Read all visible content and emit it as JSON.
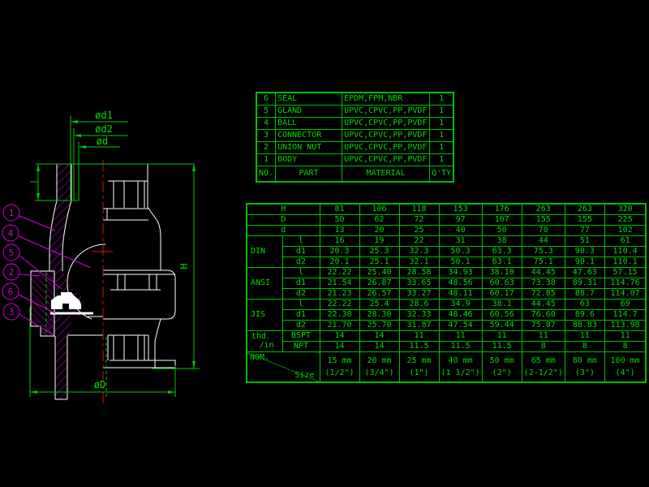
{
  "colors": {
    "green": "#00C800",
    "text_green": "#00DC00",
    "magenta": "#DD00DD",
    "white": "#FFFFFF",
    "red": "#D81010",
    "background": "#000000"
  },
  "parts_table": {
    "rows": [
      {
        "no": "6",
        "part": "SEAL",
        "material": "EPDM,FPM,NBR",
        "qty": "1"
      },
      {
        "no": "5",
        "part": "GLAND",
        "material": "UPVC,CPVC,PP,PVDF",
        "qty": "1"
      },
      {
        "no": "4",
        "part": "BALL",
        "material": "UPVC,CPVC,PP,PVDF",
        "qty": "1"
      },
      {
        "no": "3",
        "part": "CONNECTOR",
        "material": "UPVC,CPVC,PP,PVDF",
        "qty": "1"
      },
      {
        "no": "2",
        "part": "UNION NUT",
        "material": "UPVC,CPVC,PP,PVDF",
        "qty": "1"
      },
      {
        "no": "1",
        "part": "BODY",
        "material": "UPVC,CPVC,PP,PVDF",
        "qty": "1"
      }
    ],
    "footer": {
      "no": "NO.",
      "part": "PART",
      "material": "MATERIAL",
      "qty": "Q'TY"
    }
  },
  "dims_table": {
    "simple_rows": [
      {
        "label": "H",
        "values": [
          "81",
          "106",
          "118",
          "153",
          "176",
          "263",
          "263",
          "320"
        ]
      },
      {
        "label": "D",
        "values": [
          "50",
          "62",
          "72",
          "97",
          "107",
          "155",
          "155",
          "225"
        ]
      },
      {
        "label": "d",
        "values": [
          "13",
          "20",
          "25",
          "40",
          "50",
          "70",
          "77",
          "102"
        ]
      }
    ],
    "groups": [
      {
        "name": "DIN",
        "rows": [
          {
            "label": "l",
            "values": [
              "16",
              "19",
              "22",
              "31",
              "38",
              "44",
              "51",
              "61"
            ]
          },
          {
            "label": "d1",
            "values": [
              "20.3",
              "25.3",
              "32.3",
              "50.3",
              "63.3",
              "75.3",
              "90.3",
              "110.4"
            ]
          },
          {
            "label": "d2",
            "values": [
              "20.1",
              "25.1",
              "32.1",
              "50.1",
              "63.1",
              "75.1",
              "90.1",
              "110.1"
            ]
          }
        ]
      },
      {
        "name": "ANSI",
        "rows": [
          {
            "label": "l",
            "values": [
              "22.22",
              "25.40",
              "28.58",
              "34.93",
              "38.10",
              "44.45",
              "47.63",
              "57.15"
            ]
          },
          {
            "label": "d1",
            "values": [
              "21.54",
              "26.87",
              "33.65",
              "48.56",
              "60.63",
              "73.38",
              "89.31",
              "114.76"
            ]
          },
          {
            "label": "d2",
            "values": [
              "21.23",
              "26.57",
              "33.27",
              "48.11",
              "60.17",
              "72.85",
              "88.7",
              "114.07"
            ]
          }
        ]
      },
      {
        "name": "JIS",
        "rows": [
          {
            "label": "l",
            "values": [
              "22.22",
              "25.4",
              "28.6",
              "34.9",
              "38.1",
              "44.45",
              "63",
              "69"
            ]
          },
          {
            "label": "d1",
            "values": [
              "22.30",
              "28.30",
              "32.33",
              "48.46",
              "60.56",
              "76.60",
              "89.6",
              "114.7"
            ]
          },
          {
            "label": "d2",
            "values": [
              "21.70",
              "25.70",
              "31.87",
              "47.54",
              "59.44",
              "75.87",
              "88.83",
              "113.98"
            ]
          }
        ]
      },
      {
        "name_lines": [
          "thd.",
          "/in"
        ],
        "rows": [
          {
            "label": "BSPT",
            "values": [
              "14",
              "14",
              "11",
              "11",
              "11",
              "11",
              "11",
              "11"
            ]
          },
          {
            "label": "NPT",
            "values": [
              "14",
              "14",
              "11.5",
              "11.5",
              "11.5",
              "8",
              "8",
              "8"
            ]
          }
        ]
      }
    ],
    "nom_row": {
      "corner_top": "NOM.",
      "corner_bottom": "Size",
      "cells": [
        {
          "size": "15 mm",
          "inch": "(1/2\")"
        },
        {
          "size": "20 mm",
          "inch": "(3/4\")"
        },
        {
          "size": "25 mm",
          "inch": "(1\")"
        },
        {
          "size": "40 mm",
          "inch": "(1 1/2\")"
        },
        {
          "size": "50 mm",
          "inch": "(2\")"
        },
        {
          "size": "65 mm",
          "inch": "(2-1/2\")"
        },
        {
          "size": "80 mm",
          "inch": "(3\")"
        },
        {
          "size": "100 mm",
          "inch": "(4\")"
        }
      ]
    }
  },
  "drawing": {
    "dim_labels": {
      "d1": "ød1",
      "d2": "ød2",
      "d": "ød",
      "H": "H",
      "D": "øD"
    },
    "balloons": [
      {
        "n": "1"
      },
      {
        "n": "4"
      },
      {
        "n": "5"
      },
      {
        "n": "2"
      },
      {
        "n": "6"
      },
      {
        "n": "3"
      }
    ]
  }
}
